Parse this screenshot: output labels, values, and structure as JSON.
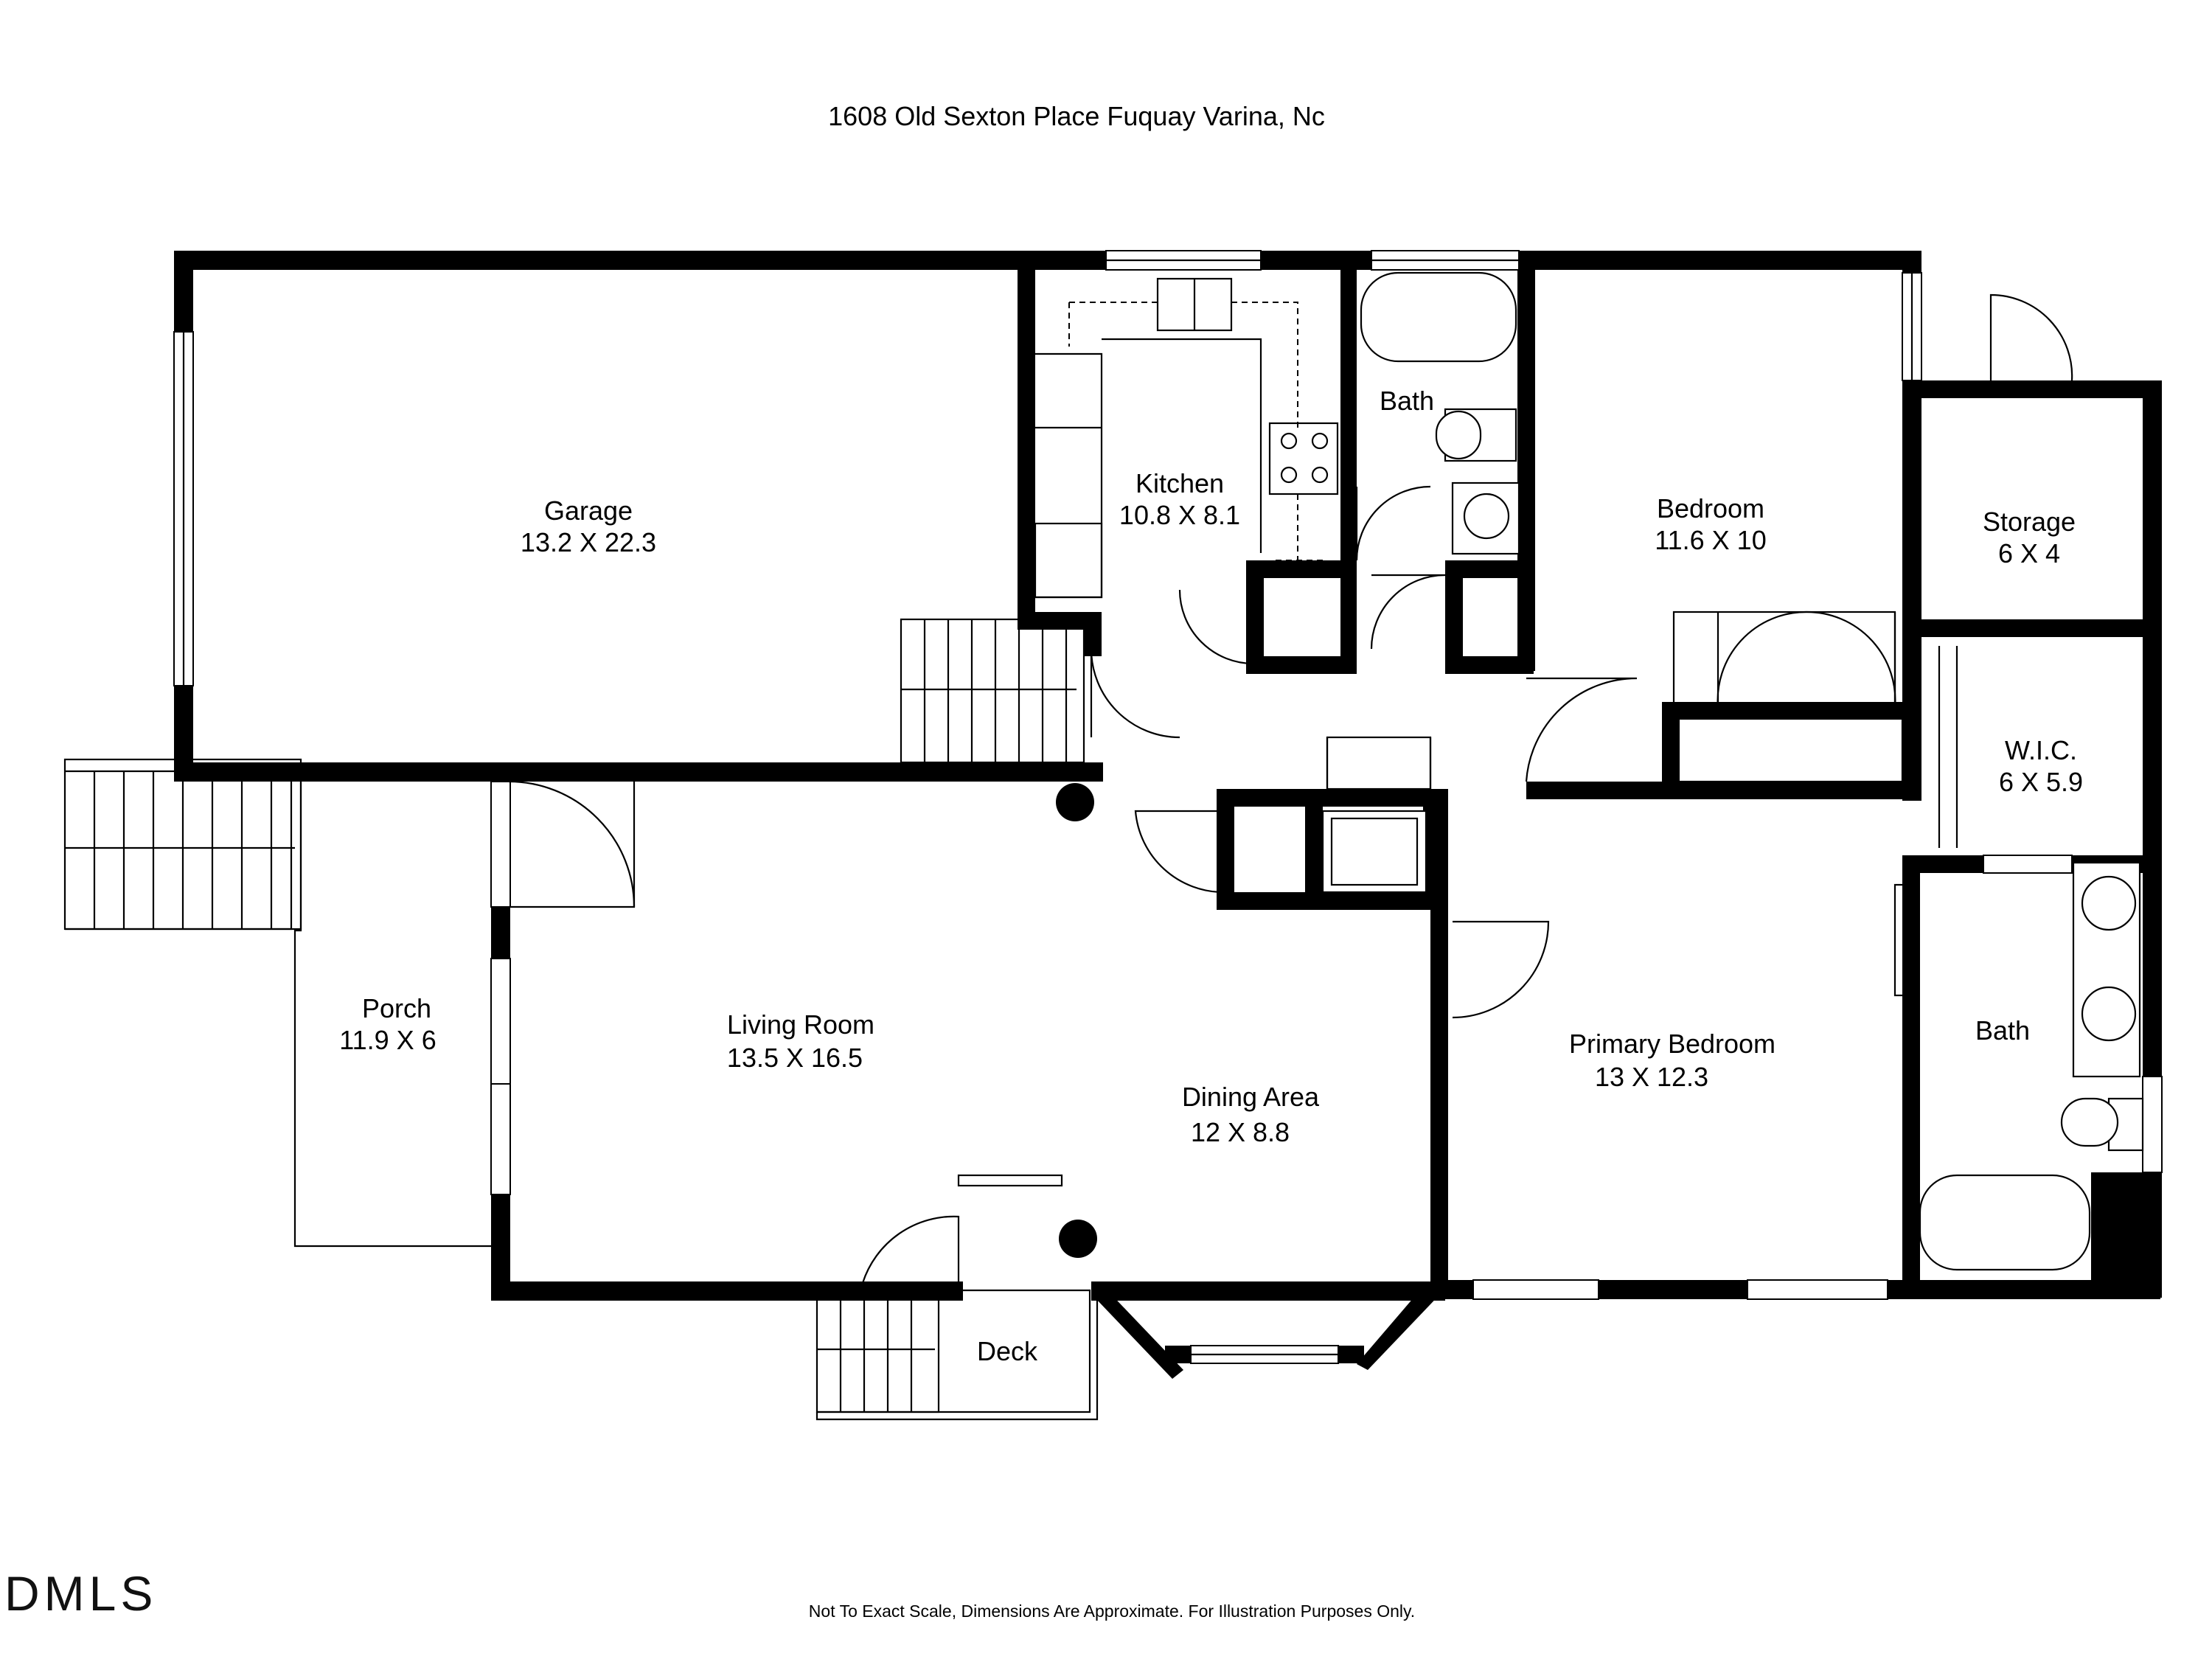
{
  "title": "1608 Old Sexton Place Fuquay Varina, Nc",
  "rooms": {
    "garage": {
      "name": "Garage",
      "dims": "13.2 X 22.3"
    },
    "kitchen": {
      "name": "Kitchen",
      "dims": "10.8 X 8.1"
    },
    "bath_hall": {
      "name": "Bath"
    },
    "bedroom": {
      "name": "Bedroom",
      "dims": "11.6 X 10"
    },
    "storage": {
      "name": "Storage",
      "dims": "6 X 4"
    },
    "wic": {
      "name": "W.I.C.",
      "dims": "6 X 5.9"
    },
    "porch": {
      "name": "Porch",
      "dims": "11.9 X 6"
    },
    "living_room": {
      "name": "Living Room",
      "dims": "13.5 X 16.5"
    },
    "dining_area": {
      "name": "Dining Area",
      "dims": "12 X 8.8"
    },
    "primary_bedroom": {
      "name": "Primary Bedroom",
      "dims": "13 X 12.3"
    },
    "bath_primary": {
      "name": "Bath"
    },
    "deck": {
      "name": "Deck"
    }
  },
  "footnote": "Not To Exact Scale, Dimensions Are Approximate. For Illustration Purposes Only.",
  "logo": "DMLS",
  "colors": {
    "wall": "#000000",
    "background": "#ffffff"
  }
}
